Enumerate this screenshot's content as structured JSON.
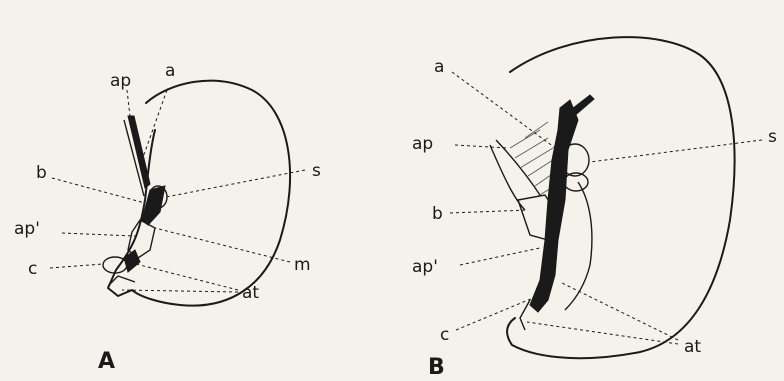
{
  "figure": {
    "panel_a": {
      "panel_label": "A",
      "labels": {
        "ap": "ap",
        "a": "a",
        "b": "b",
        "s": "s",
        "ap_prime": "ap'",
        "m": "m",
        "c": "c",
        "at": "at"
      }
    },
    "panel_b": {
      "panel_label": "B",
      "labels": {
        "a": "a",
        "ap": "ap",
        "s": "s",
        "b": "b",
        "ap_prime": "ap'",
        "c": "c",
        "at": "at"
      }
    }
  },
  "colors": {
    "ink": "#1a1a1a",
    "paper": "#f4f2ea"
  }
}
